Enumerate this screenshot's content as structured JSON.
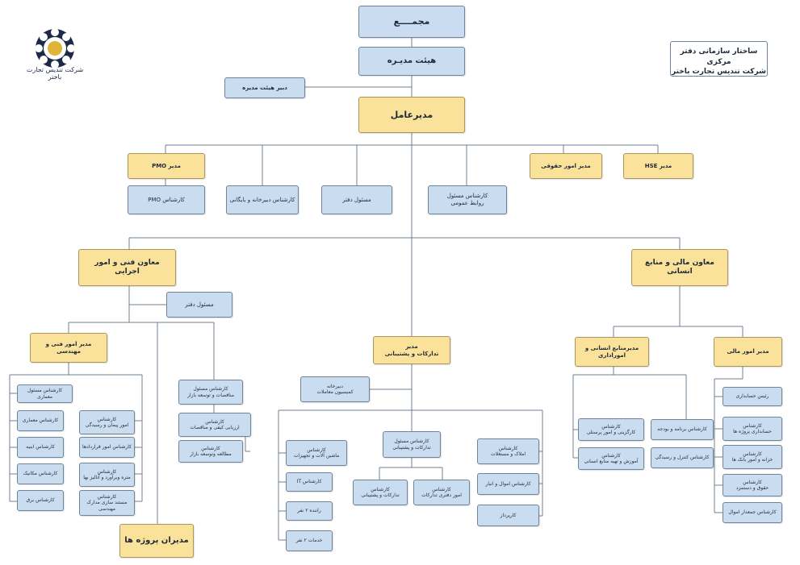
{
  "company": {
    "name": "شرکت تندیس تجارت باختر"
  },
  "title_box": {
    "line1": "ساختار سازمانی دفتر مرکزی",
    "line2": "شرکت تندیس تجارت باختر"
  },
  "colors": {
    "box_blue": "#c9dcf0",
    "box_yellow": "#fbe29a",
    "border": "#6f8399",
    "logo_navy": "#1c2a48",
    "logo_gold": "#e0b43a"
  },
  "icons": {
    "logo": "company-logo-emblem"
  },
  "nodes": {
    "assembly": "مجمــــع",
    "board": "هیئت مدیـره",
    "board_secretary": "دبیر هیئت مدیره",
    "ceo": "مدیرعامل",
    "pmo_manager": "مدیر PMO",
    "pmo_expert": "کارشناس PMO",
    "archive_expert": "کارشناس دبیرخانه و بایگانی",
    "office_manager": "مسئول دفتر",
    "pr_expert": "کارشناس مسئول\nروابط عمومی",
    "legal_manager": "مدیر امور حقوقی",
    "hse_manager": "مدیر HSE",
    "tech_deputy": "معاون فنی و امور اجرایی",
    "finance_deputy": "معاون مالی و منابع انسانی",
    "tech_office_manager": "مسئول دفتر",
    "engineering_manager": "مدیر امور فنی و مهندسی",
    "procurement_manager": "مدیر\nتدارکات و پشتیبانی",
    "hr_manager": "مدیرمنابع انسانی و اموراداری",
    "finance_manager": "مدیر امور مالی",
    "eng_architect_lead": "کارشناس مسئول معماری",
    "eng_architect": "کارشناس معماری",
    "eng_building": "کارشناس ابنیه",
    "eng_mechanical": "کارشناس مکانیک",
    "eng_electrical": "کارشناس برق",
    "eng_contracts": "کارشناس\nامور پیمان و رسیدگی",
    "eng_contract_affairs": "کارشناس امور قراردادها",
    "eng_estimation": "کارشناس\nمتره وبرآورد و آنالیز بها",
    "eng_documentation": "کارشناس\nمستند سازی مدارک مهندسی",
    "project_managers": "مدیران پروژه ها",
    "tender_lead": "کارشناس مسئول\nمناقصات و توسعه بازار",
    "quality_expert": "کارشناس\nارزیابی کیفی و مناقصات",
    "market_expert": "کارشناس\nمطالعه وتوسعه بازار",
    "transactions_secretary": "دبیرخانه\nکمیسیون معاملات",
    "machinery_expert": "کارشناس\nماشین آلات و تجهیزات",
    "it_expert": "کارشناس IT",
    "drivers": "راننده ۲ نفر",
    "services_staff": "خدمات ۲ نفر",
    "procurement_lead": "کارشناس مسئول\nتدارکات و پشتیبانی",
    "procurement_support": "کارشناس\nتدارکات و پشتیبانی",
    "procurement_office": "کارشناس\nامور دفتری تدارکات",
    "property_expert": "کارشناس\nاملاک و مستغلات",
    "assets_expert": "کارشناس اموال و انبار",
    "storekeeper": "کارپرداز",
    "hr_selection": "کارشناس\nکارگزینی و امور پرسنلی",
    "hr_training": "کارشناس\nآموزش و تهیه منابع انسانی",
    "budget_expert": "کارشناس برنامه و بودجه",
    "control_expert": "کارشناس کنترل و رسیدگی",
    "chief_accountant": "رئیس حسابداری",
    "project_accounting": "کارشناس\nحسابداری پروژه ها",
    "treasury_expert": "کارشناس\nخزانه و امور بانک ها",
    "payroll_expert": "کارشناس\nحقوق و دستمزد",
    "property_collector": "کارشناس جمعدار اموال"
  }
}
